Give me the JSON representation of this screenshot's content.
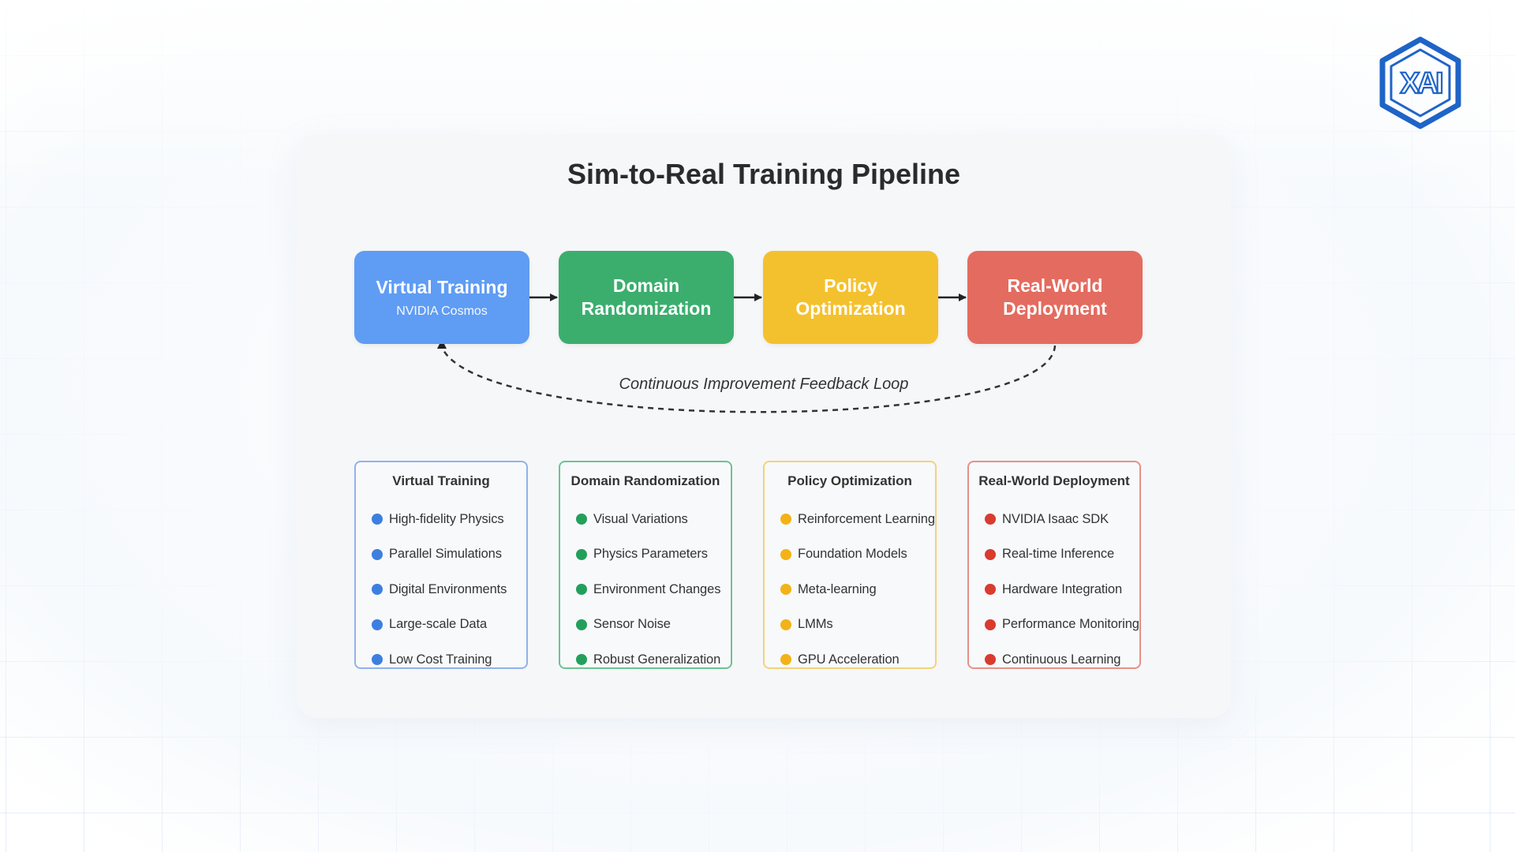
{
  "diagram": {
    "title": "Sim-to-Real Training Pipeline",
    "stages": [
      {
        "title": "Virtual Training",
        "subtitle": "NVIDIA Cosmos",
        "color": "#5f9cf4"
      },
      {
        "title": "Domain\nRandomization",
        "subtitle": "",
        "color": "#3bae6e"
      },
      {
        "title": "Policy\nOptimization",
        "subtitle": "",
        "color": "#f4c12e"
      },
      {
        "title": "Real-World\nDeployment",
        "subtitle": "",
        "color": "#e46b5f"
      }
    ],
    "feedback_label": "Continuous Improvement Feedback Loop",
    "details": [
      {
        "title": "Virtual Training",
        "accent": "#3d7fe0",
        "items": [
          "High-fidelity Physics",
          "Parallel Simulations",
          "Digital Environments",
          "Large-scale Data",
          "Low Cost Training"
        ]
      },
      {
        "title": "Domain Randomization",
        "accent": "#22a05b",
        "items": [
          "Visual Variations",
          "Physics Parameters",
          "Environment Changes",
          "Sensor Noise",
          "Robust Generalization"
        ]
      },
      {
        "title": "Policy Optimization",
        "accent": "#f2b318",
        "items": [
          "Reinforcement Learning",
          "Foundation Models",
          "Meta-learning",
          "LMMs",
          "GPU Acceleration"
        ]
      },
      {
        "title": "Real-World Deployment",
        "accent": "#d93b2f",
        "items": [
          "NVIDIA Isaac SDK",
          "Real-time Inference",
          "Hardware Integration",
          "Performance Monitoring",
          "Continuous Learning"
        ]
      }
    ]
  },
  "logo": {
    "icon": "xai-hexagon-logo-icon",
    "text": "XAI",
    "color": "#1e64c8"
  }
}
